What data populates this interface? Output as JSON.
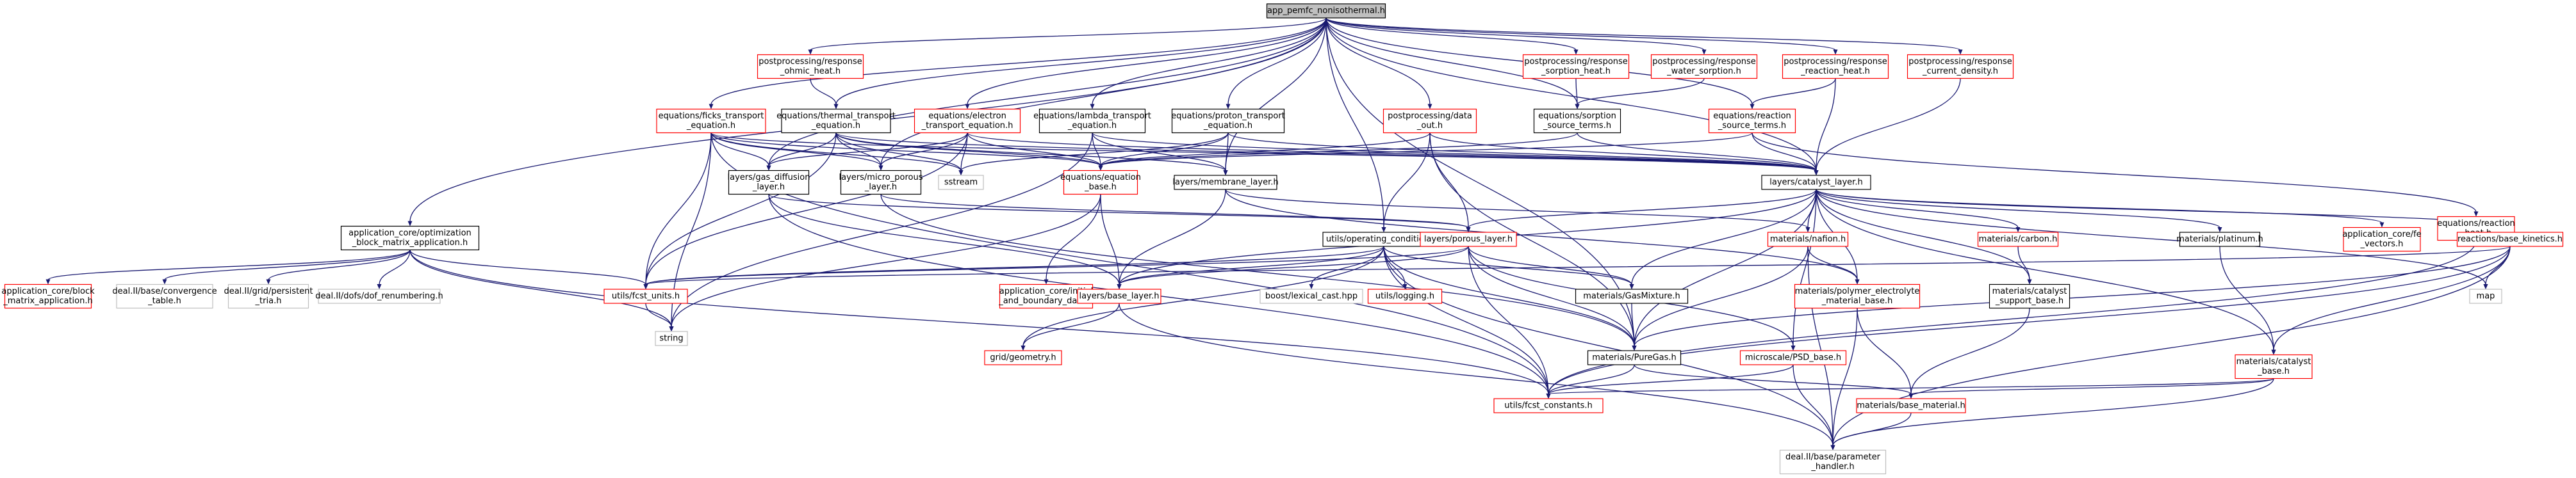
{
  "nodes": [
    {
      "id": "root",
      "lines": [
        "app_pemfc_nonisothermal.h"
      ],
      "style": "root",
      "interactable": false
    },
    {
      "id": "opt_block",
      "lines": [
        "application_core/optimization",
        "_block_matrix_application.h"
      ],
      "style": "black",
      "interactable": true
    },
    {
      "id": "app_block",
      "lines": [
        "application_core/block",
        "_matrix_application.h"
      ],
      "style": "red",
      "interactable": true
    },
    {
      "id": "convergence",
      "lines": [
        "deal.II/base/convergence",
        "_table.h"
      ],
      "style": "gray",
      "interactable": false
    },
    {
      "id": "persistent_tria",
      "lines": [
        "deal.II/grid/persistent",
        "_tria.h"
      ],
      "style": "gray",
      "interactable": false
    },
    {
      "id": "dof_renumbering",
      "lines": [
        "deal.II/dofs/dof_renumbering.h"
      ],
      "style": "gray",
      "interactable": false
    },
    {
      "id": "ficks",
      "lines": [
        "equations/ficks_transport",
        "_equation.h"
      ],
      "style": "red",
      "interactable": true
    },
    {
      "id": "thermal",
      "lines": [
        "equations/thermal_transport",
        "_equation.h"
      ],
      "style": "black",
      "interactable": true
    },
    {
      "id": "electron",
      "lines": [
        "equations/electron",
        "_transport_equation.h"
      ],
      "style": "red",
      "interactable": true
    },
    {
      "id": "lambda",
      "lines": [
        "equations/lambda_transport",
        "_equation.h"
      ],
      "style": "black",
      "interactable": true
    },
    {
      "id": "proton",
      "lines": [
        "equations/proton_transport",
        "_equation.h"
      ],
      "style": "black",
      "interactable": true
    },
    {
      "id": "pp_ohmic",
      "lines": [
        "postprocessing/response",
        "_ohmic_heat.h"
      ],
      "style": "red",
      "interactable": true
    },
    {
      "id": "pp_data_out",
      "lines": [
        "postprocessing/data",
        "_out.h"
      ],
      "style": "red",
      "interactable": true
    },
    {
      "id": "pp_sorption_heat",
      "lines": [
        "postprocessing/response",
        "_sorption_heat.h"
      ],
      "style": "red",
      "interactable": true
    },
    {
      "id": "pp_water_sorption",
      "lines": [
        "postprocessing/response",
        "_water_sorption.h"
      ],
      "style": "red",
      "interactable": true
    },
    {
      "id": "pp_reaction_heat",
      "lines": [
        "postprocessing/response",
        "_reaction_heat.h"
      ],
      "style": "red",
      "interactable": true
    },
    {
      "id": "pp_current_density",
      "lines": [
        "postprocessing/response",
        "_current_density.h"
      ],
      "style": "red",
      "interactable": true
    },
    {
      "id": "sorption_src",
      "lines": [
        "equations/sorption",
        "_source_terms.h"
      ],
      "style": "black",
      "interactable": true
    },
    {
      "id": "reaction_src",
      "lines": [
        "equations/reaction",
        "_source_terms.h"
      ],
      "style": "red",
      "interactable": true
    },
    {
      "id": "eq_reaction_heat",
      "lines": [
        "equations/reaction",
        "_heat.h"
      ],
      "style": "red",
      "interactable": true
    },
    {
      "id": "gdl",
      "lines": [
        "layers/gas_diffusion",
        "_layer.h"
      ],
      "style": "black",
      "interactable": true
    },
    {
      "id": "mpl",
      "lines": [
        "layers/micro_porous",
        "_layer.h"
      ],
      "style": "black",
      "interactable": true
    },
    {
      "id": "sstream",
      "lines": [
        "sstream"
      ],
      "style": "gray",
      "interactable": false
    },
    {
      "id": "eq_base",
      "lines": [
        "equations/equation",
        "_base.h"
      ],
      "style": "red",
      "interactable": true
    },
    {
      "id": "membrane",
      "lines": [
        "layers/membrane_layer.h"
      ],
      "style": "black",
      "interactable": true
    },
    {
      "id": "catalyst_layer",
      "lines": [
        "layers/catalyst_layer.h"
      ],
      "style": "black",
      "interactable": true
    },
    {
      "id": "op_cond",
      "lines": [
        "utils/operating_conditions.h"
      ],
      "style": "black",
      "interactable": true
    },
    {
      "id": "porous",
      "lines": [
        "layers/porous_layer.h"
      ],
      "style": "red",
      "interactable": true
    },
    {
      "id": "nafion",
      "lines": [
        "materials/nafion.h"
      ],
      "style": "red",
      "interactable": true
    },
    {
      "id": "carbon",
      "lines": [
        "materials/carbon.h"
      ],
      "style": "red",
      "interactable": true
    },
    {
      "id": "platinum",
      "lines": [
        "materials/platinum.h"
      ],
      "style": "black",
      "interactable": true
    },
    {
      "id": "fe_vectors",
      "lines": [
        "application_core/fe",
        "_vectors.h"
      ],
      "style": "red",
      "interactable": true
    },
    {
      "id": "base_kinetics",
      "lines": [
        "reactions/base_kinetics.h"
      ],
      "style": "red",
      "interactable": true
    },
    {
      "id": "fcst_units",
      "lines": [
        "utils/fcst_units.h"
      ],
      "style": "red",
      "interactable": true
    },
    {
      "id": "string",
      "lines": [
        "string"
      ],
      "style": "gray",
      "interactable": false
    },
    {
      "id": "initial_bc",
      "lines": [
        "application_core/initial",
        "_and_boundary_data.h"
      ],
      "style": "red",
      "interactable": true
    },
    {
      "id": "base_layer",
      "lines": [
        "layers/base_layer.h"
      ],
      "style": "red",
      "interactable": true
    },
    {
      "id": "lexical_cast",
      "lines": [
        "boost/lexical_cast.hpp"
      ],
      "style": "gray",
      "interactable": false
    },
    {
      "id": "logging",
      "lines": [
        "utils/logging.h"
      ],
      "style": "red",
      "interactable": true
    },
    {
      "id": "gas_mixture",
      "lines": [
        "materials/GasMixture.h"
      ],
      "style": "black",
      "interactable": true
    },
    {
      "id": "polymer_base",
      "lines": [
        "materials/polymer_electrolyte",
        "_material_base.h"
      ],
      "style": "red",
      "interactable": true
    },
    {
      "id": "catalyst_support",
      "lines": [
        "materials/catalyst",
        "_support_base.h"
      ],
      "style": "black",
      "interactable": true
    },
    {
      "id": "map",
      "lines": [
        "map"
      ],
      "style": "gray",
      "interactable": false
    },
    {
      "id": "geometry",
      "lines": [
        "grid/geometry.h"
      ],
      "style": "red",
      "interactable": true
    },
    {
      "id": "pure_gas",
      "lines": [
        "materials/PureGas.h"
      ],
      "style": "black",
      "interactable": true
    },
    {
      "id": "psd_base",
      "lines": [
        "microscale/PSD_base.h"
      ],
      "style": "red",
      "interactable": true
    },
    {
      "id": "catalyst_base",
      "lines": [
        "materials/catalyst",
        "_base.h"
      ],
      "style": "red",
      "interactable": true
    },
    {
      "id": "fcst_constants",
      "lines": [
        "utils/fcst_constants.h"
      ],
      "style": "red",
      "interactable": true
    },
    {
      "id": "base_material",
      "lines": [
        "materials/base_material.h"
      ],
      "style": "red",
      "interactable": true
    },
    {
      "id": "parameter_handler",
      "lines": [
        "deal.II/base/parameter",
        "_handler.h"
      ],
      "style": "gray",
      "interactable": false
    }
  ],
  "edges": [
    [
      "root",
      "opt_block"
    ],
    [
      "root",
      "ficks"
    ],
    [
      "root",
      "thermal"
    ],
    [
      "root",
      "electron"
    ],
    [
      "root",
      "lambda"
    ],
    [
      "root",
      "proton"
    ],
    [
      "root",
      "pp_ohmic"
    ],
    [
      "root",
      "pp_data_out"
    ],
    [
      "root",
      "pp_sorption_heat"
    ],
    [
      "root",
      "pp_water_sorption"
    ],
    [
      "root",
      "pp_reaction_heat"
    ],
    [
      "root",
      "pp_current_density"
    ],
    [
      "root",
      "sorption_src"
    ],
    [
      "root",
      "reaction_src"
    ],
    [
      "root",
      "gdl"
    ],
    [
      "root",
      "mpl"
    ],
    [
      "root",
      "membrane"
    ],
    [
      "root",
      "catalyst_layer"
    ],
    [
      "root",
      "op_cond"
    ],
    [
      "root",
      "pure_gas"
    ],
    [
      "opt_block",
      "app_block"
    ],
    [
      "opt_block",
      "convergence"
    ],
    [
      "opt_block",
      "persistent_tria"
    ],
    [
      "opt_block",
      "dof_renumbering"
    ],
    [
      "opt_block",
      "fcst_units"
    ],
    [
      "opt_block",
      "string"
    ],
    [
      "opt_block",
      "fcst_constants"
    ],
    [
      "ficks",
      "gdl"
    ],
    [
      "ficks",
      "mpl"
    ],
    [
      "ficks",
      "catalyst_layer"
    ],
    [
      "ficks",
      "sstream"
    ],
    [
      "ficks",
      "fcst_units"
    ],
    [
      "ficks",
      "string"
    ],
    [
      "ficks",
      "eq_base"
    ],
    [
      "ficks",
      "fcst_constants"
    ],
    [
      "thermal",
      "gdl"
    ],
    [
      "thermal",
      "mpl"
    ],
    [
      "thermal",
      "membrane"
    ],
    [
      "thermal",
      "catalyst_layer"
    ],
    [
      "thermal",
      "sstream"
    ],
    [
      "thermal",
      "eq_base"
    ],
    [
      "thermal",
      "fcst_units"
    ],
    [
      "electron",
      "gdl"
    ],
    [
      "electron",
      "mpl"
    ],
    [
      "electron",
      "catalyst_layer"
    ],
    [
      "electron",
      "sstream"
    ],
    [
      "electron",
      "eq_base"
    ],
    [
      "electron",
      "fcst_units"
    ],
    [
      "lambda",
      "membrane"
    ],
    [
      "lambda",
      "catalyst_layer"
    ],
    [
      "lambda",
      "eq_base"
    ],
    [
      "lambda",
      "string"
    ],
    [
      "proton",
      "membrane"
    ],
    [
      "proton",
      "catalyst_layer"
    ],
    [
      "proton",
      "eq_base"
    ],
    [
      "proton",
      "sstream"
    ],
    [
      "pp_ohmic",
      "thermal"
    ],
    [
      "pp_data_out",
      "op_cond"
    ],
    [
      "pp_data_out",
      "porous"
    ],
    [
      "pp_data_out",
      "catalyst_layer"
    ],
    [
      "pp_data_out",
      "pure_gas"
    ],
    [
      "pp_data_out",
      "eq_base"
    ],
    [
      "pp_sorption_heat",
      "sorption_src"
    ],
    [
      "pp_water_sorption",
      "sorption_src"
    ],
    [
      "pp_reaction_heat",
      "reaction_src"
    ],
    [
      "pp_reaction_heat",
      "catalyst_layer"
    ],
    [
      "pp_current_density",
      "catalyst_layer"
    ],
    [
      "sorption_src",
      "catalyst_layer"
    ],
    [
      "sorption_src",
      "eq_base"
    ],
    [
      "reaction_src",
      "catalyst_layer"
    ],
    [
      "reaction_src",
      "eq_reaction_heat"
    ],
    [
      "reaction_src",
      "eq_base"
    ],
    [
      "eq_reaction_heat",
      "base_kinetics"
    ],
    [
      "eq_reaction_heat",
      "fcst_constants"
    ],
    [
      "gdl",
      "porous"
    ],
    [
      "gdl",
      "base_layer"
    ],
    [
      "gdl",
      "fcst_constants"
    ],
    [
      "mpl",
      "porous"
    ],
    [
      "mpl",
      "pure_gas"
    ],
    [
      "eq_base",
      "initial_bc"
    ],
    [
      "eq_base",
      "base_layer"
    ],
    [
      "eq_base",
      "string"
    ],
    [
      "membrane",
      "base_layer"
    ],
    [
      "membrane",
      "nafion"
    ],
    [
      "membrane",
      "polymer_base"
    ],
    [
      "catalyst_layer",
      "porous"
    ],
    [
      "catalyst_layer",
      "nafion"
    ],
    [
      "catalyst_layer",
      "carbon"
    ],
    [
      "catalyst_layer",
      "platinum"
    ],
    [
      "catalyst_layer",
      "fe_vectors"
    ],
    [
      "catalyst_layer",
      "base_kinetics"
    ],
    [
      "catalyst_layer",
      "polymer_base"
    ],
    [
      "catalyst_layer",
      "catalyst_support"
    ],
    [
      "catalyst_layer",
      "catalyst_base"
    ],
    [
      "catalyst_layer",
      "gas_mixture"
    ],
    [
      "catalyst_layer",
      "pure_gas"
    ],
    [
      "catalyst_layer",
      "psd_base"
    ],
    [
      "catalyst_layer",
      "map"
    ],
    [
      "catalyst_layer",
      "base_layer"
    ],
    [
      "op_cond",
      "fcst_units"
    ],
    [
      "op_cond",
      "lexical_cast"
    ],
    [
      "op_cond",
      "logging"
    ],
    [
      "op_cond",
      "gas_mixture"
    ],
    [
      "op_cond",
      "pure_gas"
    ],
    [
      "op_cond",
      "fcst_constants"
    ],
    [
      "op_cond",
      "geometry"
    ],
    [
      "op_cond",
      "base_layer"
    ],
    [
      "op_cond",
      "parameter_handler"
    ],
    [
      "porous",
      "base_layer"
    ],
    [
      "porous",
      "gas_mixture"
    ],
    [
      "porous",
      "pure_gas"
    ],
    [
      "porous",
      "psd_base"
    ],
    [
      "porous",
      "fcst_units"
    ],
    [
      "porous",
      "fcst_constants"
    ],
    [
      "nafion",
      "polymer_base"
    ],
    [
      "nafion",
      "pure_gas"
    ],
    [
      "nafion",
      "parameter_handler"
    ],
    [
      "carbon",
      "catalyst_support"
    ],
    [
      "platinum",
      "catalyst_base"
    ],
    [
      "base_kinetics",
      "map"
    ],
    [
      "base_kinetics",
      "catalyst_base"
    ],
    [
      "base_kinetics",
      "fcst_units"
    ],
    [
      "base_kinetics",
      "fcst_constants"
    ],
    [
      "base_kinetics",
      "pure_gas"
    ],
    [
      "base_kinetics",
      "parameter_handler"
    ],
    [
      "fcst_units",
      "string"
    ],
    [
      "base_layer",
      "geometry"
    ],
    [
      "base_layer",
      "parameter_handler"
    ],
    [
      "gas_mixture",
      "pure_gas"
    ],
    [
      "polymer_base",
      "base_material"
    ],
    [
      "polymer_base",
      "parameter_handler"
    ],
    [
      "catalyst_support",
      "base_material"
    ],
    [
      "pure_gas",
      "fcst_constants"
    ],
    [
      "pure_gas",
      "base_material"
    ],
    [
      "psd_base",
      "fcst_constants"
    ],
    [
      "psd_base",
      "parameter_handler"
    ],
    [
      "catalyst_base",
      "base_material"
    ],
    [
      "catalyst_base",
      "fcst_constants"
    ],
    [
      "catalyst_base",
      "parameter_handler"
    ],
    [
      "base_material",
      "parameter_handler"
    ]
  ]
}
